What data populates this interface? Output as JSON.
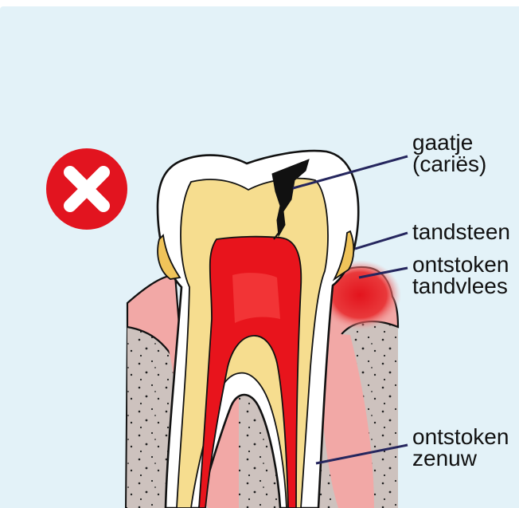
{
  "labels": {
    "cavity": [
      "gaatje",
      "(cariës)"
    ],
    "tartar": [
      "tandsteen"
    ],
    "inflamed_gum": [
      "ontstoken",
      "tandvlees"
    ],
    "inflamed_nerve": [
      "ontstoken",
      "zenuw"
    ]
  },
  "icons": {
    "status": "wrong-cross-icon"
  },
  "colors": {
    "background": "#e3f2f8",
    "cross_circle": "#e2141f",
    "enamel": "#ffffff",
    "dentin": "#f6dd8f",
    "pulp": "#e8141c",
    "gum": "#f2a8a6",
    "inflamed_gum": "#e61e25",
    "bone": "#cdc2be",
    "leader_line": "#25265e"
  }
}
